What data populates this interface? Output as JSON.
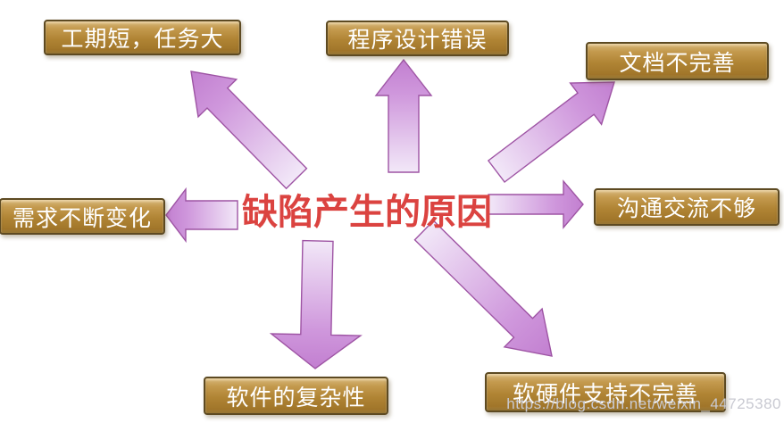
{
  "title": {
    "text": "缺陷产生的原因",
    "color": "#db4340"
  },
  "nodes": [
    {
      "label": "工期短，任务大",
      "position": "top-left"
    },
    {
      "label": "程序设计错误",
      "position": "top-center"
    },
    {
      "label": "文档不完善",
      "position": "top-right"
    },
    {
      "label": "需求不断变化",
      "position": "left"
    },
    {
      "label": "沟通交流不够",
      "position": "right"
    },
    {
      "label": "软件的复杂性",
      "position": "bottom-center"
    },
    {
      "label": "软硬件支持不完善",
      "position": "bottom-right"
    }
  ],
  "arrows": [
    {
      "name": "arrow-to-top-left",
      "from": "center",
      "to": "工期短，任务大"
    },
    {
      "name": "arrow-to-top-center",
      "from": "center",
      "to": "程序设计错误"
    },
    {
      "name": "arrow-to-top-right",
      "from": "center",
      "to": "文档不完善"
    },
    {
      "name": "arrow-to-left",
      "from": "center",
      "to": "需求不断变化"
    },
    {
      "name": "arrow-to-right",
      "from": "center",
      "to": "沟通交流不够"
    },
    {
      "name": "arrow-to-bottom",
      "from": "center",
      "to": "软件的复杂性"
    },
    {
      "name": "arrow-to-bottom-right",
      "from": "center",
      "to": "软硬件支持不完善"
    }
  ],
  "watermark": {
    "text": "https://blog.csdn.net/weixin_44725380"
  },
  "colors": {
    "box_fill_top": "#d7b87c",
    "box_fill_bottom": "#a1762a",
    "box_border": "#5d4a22",
    "box_text": "#ffffff",
    "arrow_fill_light": "#f3e9f8",
    "arrow_fill_dark": "#c27fd0",
    "arrow_stroke": "#9e54a4",
    "title_red": "#db4340",
    "watermark_gray": "#c9cad2",
    "background": "#ffffff"
  }
}
